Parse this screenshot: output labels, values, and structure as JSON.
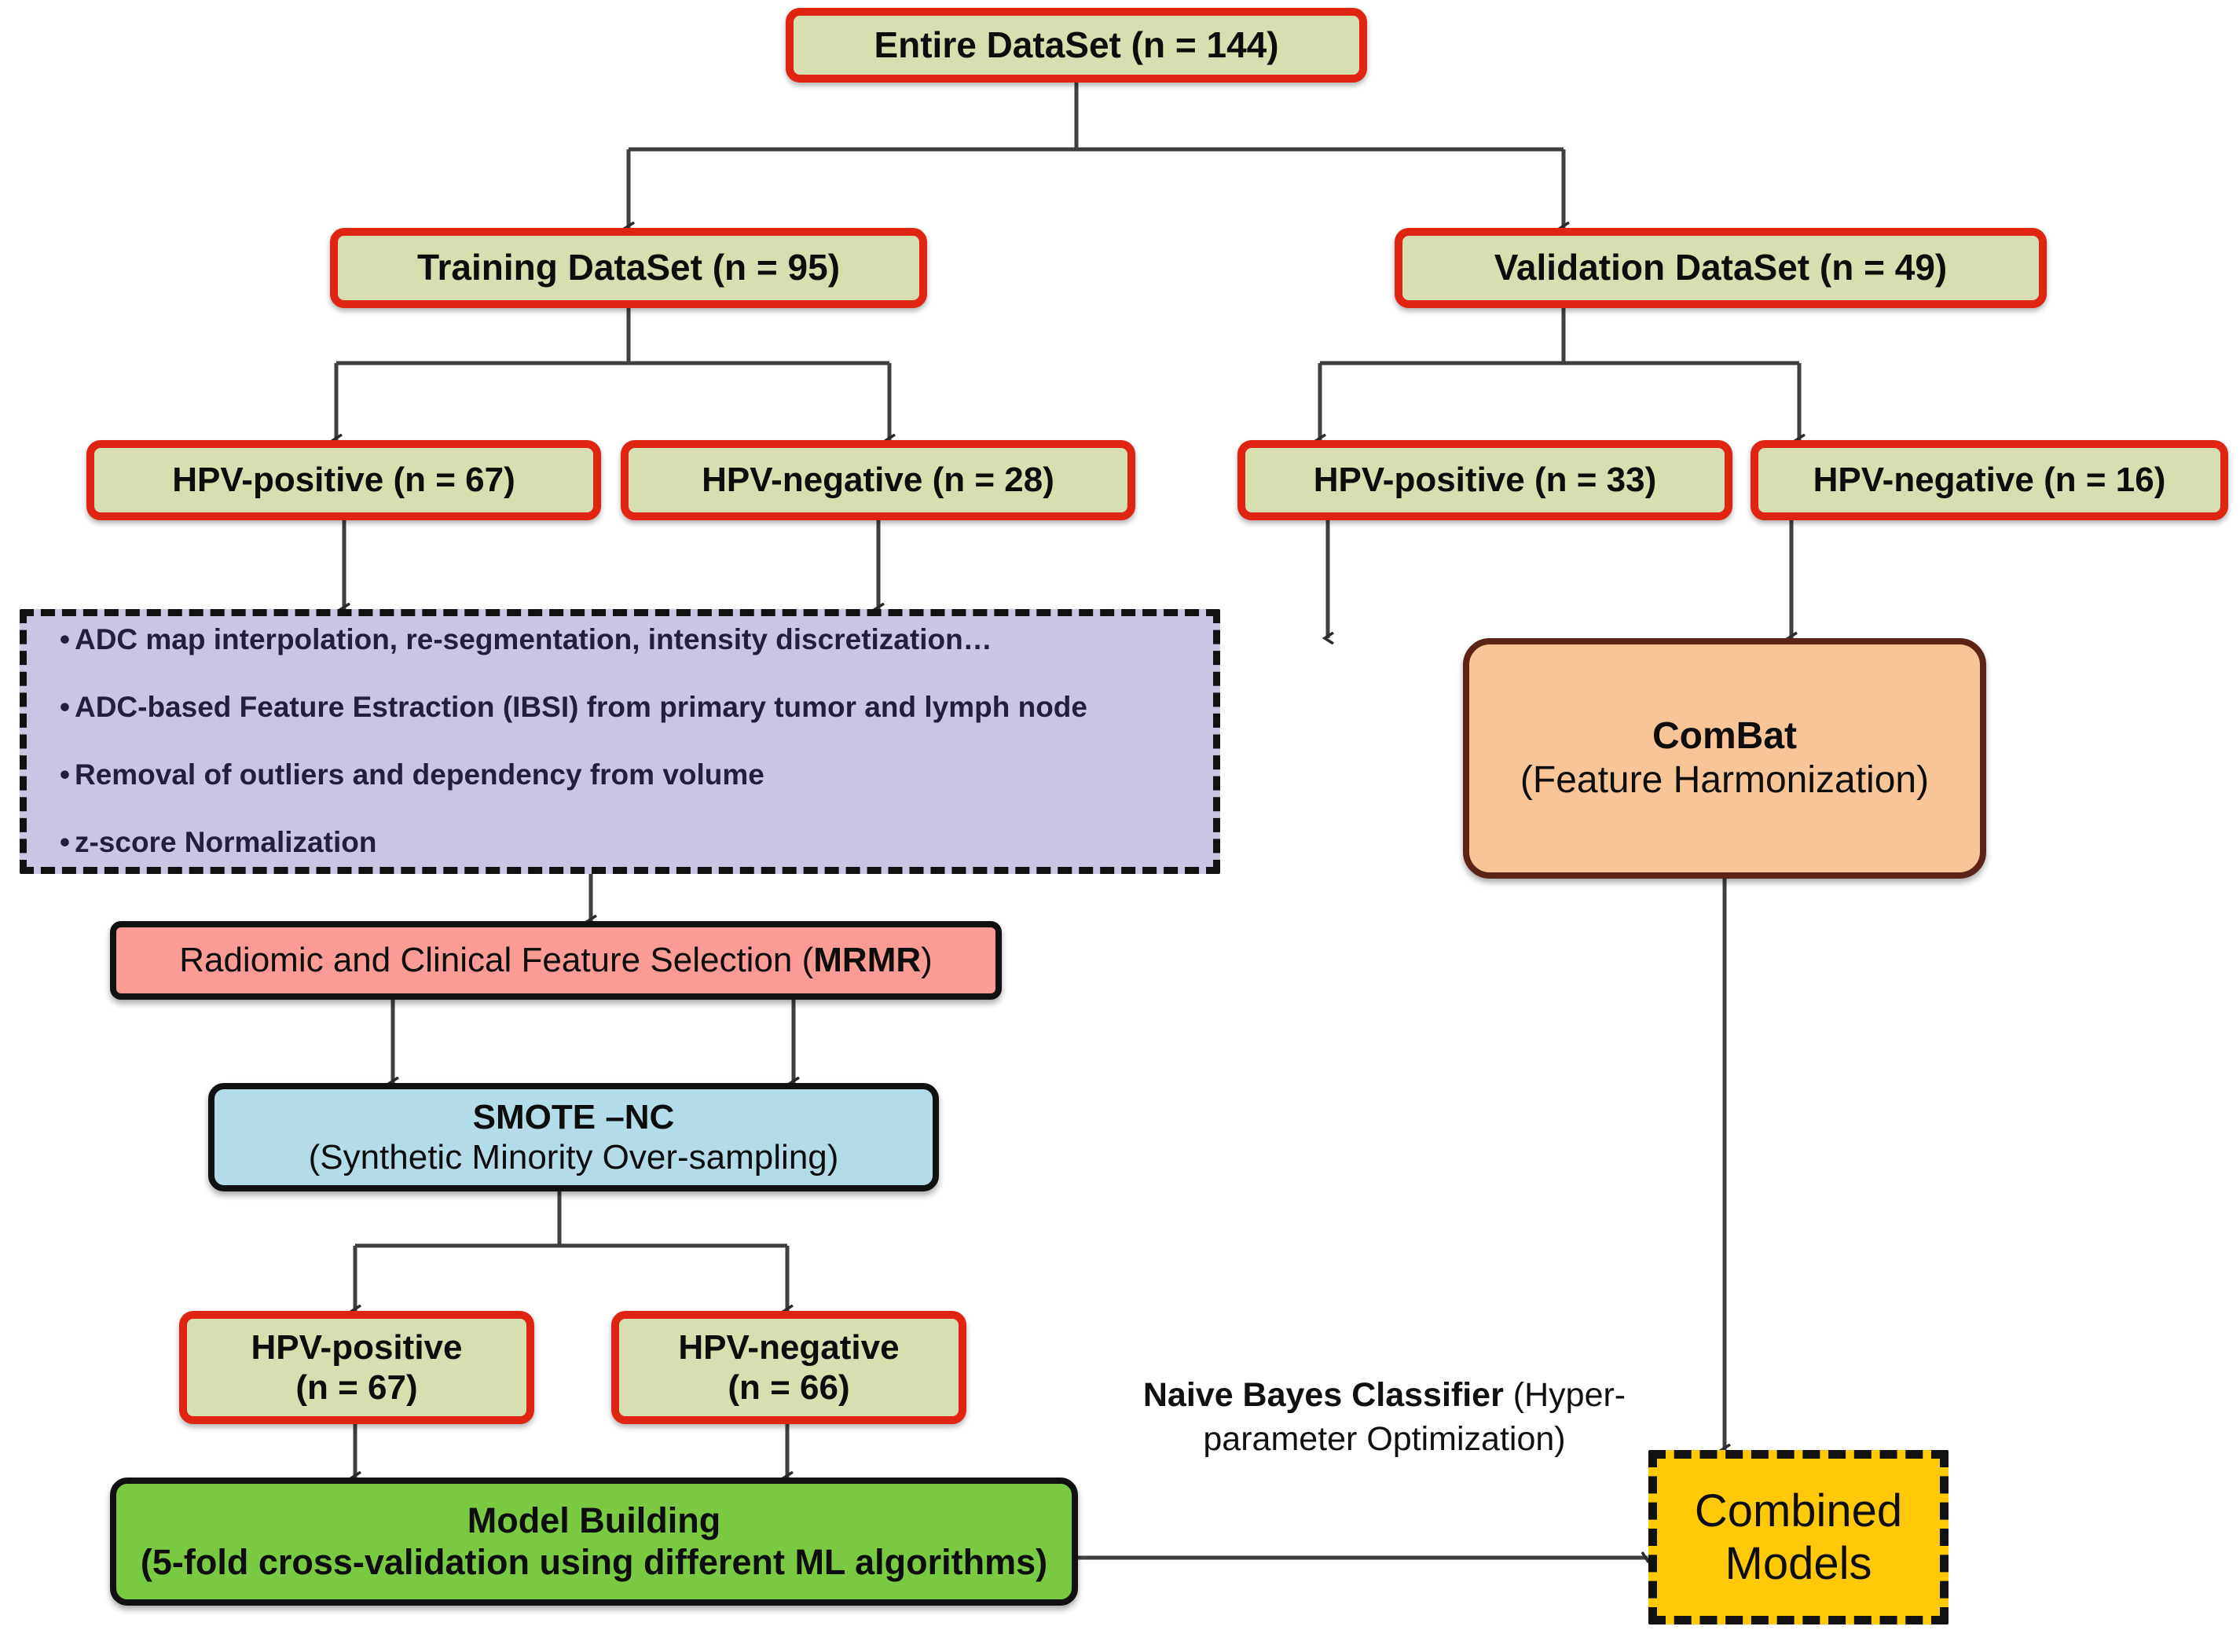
{
  "diagram": {
    "title": "HPV radiomics model building workflow",
    "colors": {
      "dataset_fill": "#d5dfb0",
      "dataset_border": "#e02412",
      "preprocessing_fill": "#cbc4e3",
      "combat_fill": "#f9c496",
      "combat_border": "#5c2317",
      "feature_selection_fill": "#fa9b95",
      "smote_fill": "#b4dbe8",
      "model_building_fill": "#7ac943",
      "combined_models_fill": "#ffc907",
      "connector": "#3a3a3a"
    }
  },
  "nodes": {
    "entire_dataset": {
      "label": "Entire DataSet (n = 144)"
    },
    "training_dataset": {
      "label": "Training DataSet (n = 95)"
    },
    "validation_dataset": {
      "label": "Validation DataSet (n = 49)"
    },
    "train_hpv_positive": {
      "label": "HPV-positive (n = 67)"
    },
    "train_hpv_negative": {
      "label": "HPV-negative (n = 28)"
    },
    "val_hpv_positive": {
      "label": "HPV-positive (n = 33)"
    },
    "val_hpv_negative": {
      "label": "HPV-negative (n = 16)"
    },
    "preprocessing": {
      "bullets": [
        "ADC map interpolation, re-segmentation, intensity discretization…",
        "ADC-based Feature Estraction (IBSI) from primary tumor and lymph node",
        "Removal  of outliers and dependency from volume",
        "z-score Normalization"
      ]
    },
    "combat": {
      "line1": "ComBat",
      "line2": "(Feature Harmonization)"
    },
    "feature_selection": {
      "text": "Radiomic and Clinical Feature Selection (",
      "emphasis": "MRMR",
      "suffix": ")"
    },
    "smote": {
      "line1": "SMOTE –NC",
      "line2": "(Synthetic Minority Over-sampling)"
    },
    "smote_hpv_positive": {
      "line1": "HPV-positive",
      "line2": "(n = 67)"
    },
    "smote_hpv_negative": {
      "line1": "HPV-negative",
      "line2": "(n = 66)"
    },
    "model_building": {
      "line1": "Model Building",
      "line2": "(5-fold cross-validation using different ML algorithms)"
    },
    "classifier_caption": {
      "line1": "Naive  Bayes Classifier",
      "line2": "(Hyper-parameter",
      "line3": "Optimization)"
    },
    "combined_models": {
      "line1": "Combined",
      "line2": "Models"
    }
  }
}
